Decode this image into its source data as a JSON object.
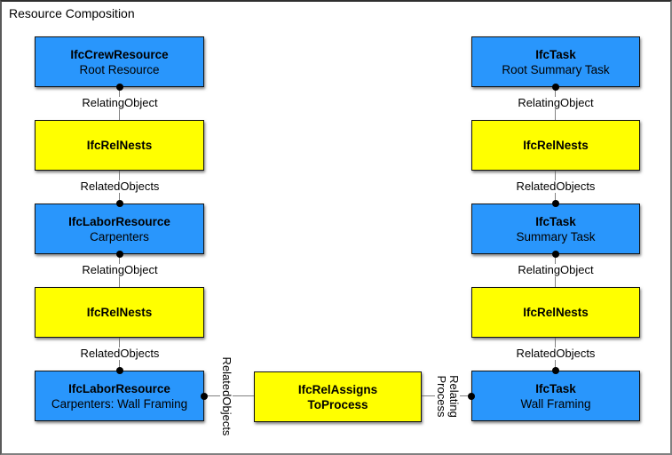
{
  "diagram": {
    "title": "Resource Composition"
  },
  "colors": {
    "entity_fill": "#2996FC",
    "relationship_fill": "#FFFF00",
    "connector_line": "#808080",
    "text": "#000000",
    "frame_border": "#808080"
  },
  "left_column": {
    "nodes": [
      {
        "kind": "entity",
        "line1": "IfcCrewResource",
        "line2": "Root Resource"
      },
      {
        "kind": "relationship",
        "line1": "IfcRelNests"
      },
      {
        "kind": "entity",
        "line1": "IfcLaborResource",
        "line2": "Carpenters"
      },
      {
        "kind": "relationship",
        "line1": "IfcRelNests"
      },
      {
        "kind": "entity",
        "line1": "IfcLaborResource",
        "line2": "Carpenters: Wall Framing"
      }
    ],
    "edge_labels": [
      "RelatingObject",
      "RelatedObjects",
      "RelatingObject",
      "RelatedObjects"
    ]
  },
  "right_column": {
    "nodes": [
      {
        "kind": "entity",
        "line1": "IfcTask",
        "line2": "Root Summary Task"
      },
      {
        "kind": "relationship",
        "line1": "IfcRelNests"
      },
      {
        "kind": "entity",
        "line1": "IfcTask",
        "line2": "Summary Task"
      },
      {
        "kind": "relationship",
        "line1": "IfcRelNests"
      },
      {
        "kind": "entity",
        "line1": "IfcTask",
        "line2": "Wall Framing"
      }
    ],
    "edge_labels": [
      "RelatingObject",
      "RelatedObjects",
      "RelatingObject",
      "RelatedObjects"
    ]
  },
  "center": {
    "node": {
      "kind": "relationship",
      "line1": "IfcRelAssigns",
      "line2": "ToProcess"
    },
    "left_edge_label": "RelatedObjects",
    "right_edge_label_line1": "Relating",
    "right_edge_label_line2": "Process"
  }
}
